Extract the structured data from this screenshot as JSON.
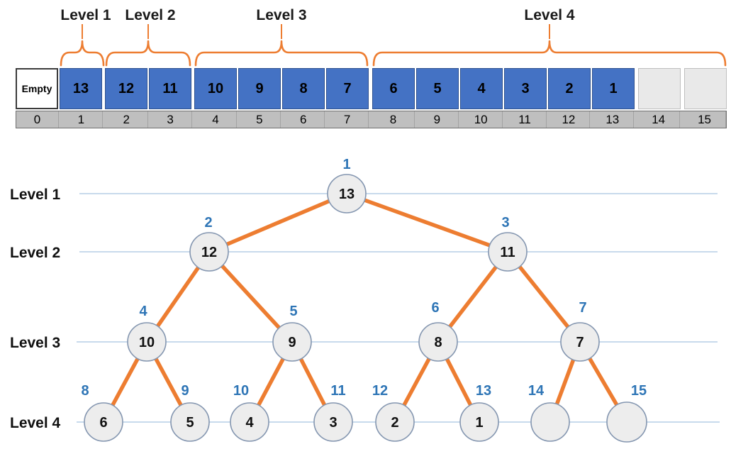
{
  "braces": {
    "labels": [
      "Level 1",
      "Level 2",
      "Level 3",
      "Level 4"
    ]
  },
  "array": {
    "cells": [
      {
        "index": "0",
        "value": "Empty"
      },
      {
        "index": "1",
        "value": "13"
      },
      {
        "index": "2",
        "value": "12"
      },
      {
        "index": "3",
        "value": "11"
      },
      {
        "index": "4",
        "value": "10"
      },
      {
        "index": "5",
        "value": "9"
      },
      {
        "index": "6",
        "value": "8"
      },
      {
        "index": "7",
        "value": "7"
      },
      {
        "index": "8",
        "value": "6"
      },
      {
        "index": "9",
        "value": "5"
      },
      {
        "index": "10",
        "value": "4"
      },
      {
        "index": "11",
        "value": "3"
      },
      {
        "index": "12",
        "value": "2"
      },
      {
        "index": "13",
        "value": "1"
      },
      {
        "index": "14",
        "value": ""
      },
      {
        "index": "15",
        "value": ""
      }
    ]
  },
  "tree": {
    "level_labels": [
      "Level 1",
      "Level 2",
      "Level 3",
      "Level 4"
    ],
    "nodes": [
      {
        "index": "1",
        "value": "13"
      },
      {
        "index": "2",
        "value": "12"
      },
      {
        "index": "3",
        "value": "11"
      },
      {
        "index": "4",
        "value": "10"
      },
      {
        "index": "5",
        "value": "9"
      },
      {
        "index": "6",
        "value": "8"
      },
      {
        "index": "7",
        "value": "7"
      },
      {
        "index": "8",
        "value": "6"
      },
      {
        "index": "9",
        "value": "5"
      },
      {
        "index": "10",
        "value": "4"
      },
      {
        "index": "11",
        "value": "3"
      },
      {
        "index": "12",
        "value": "2"
      },
      {
        "index": "13",
        "value": "1"
      },
      {
        "index": "14",
        "value": ""
      },
      {
        "index": "15",
        "value": ""
      }
    ]
  },
  "colors": {
    "accent_orange": "#ED7D31",
    "cell_blue": "#4472C4",
    "index_label_blue": "#2E75B6",
    "node_fill": "#EDEDED",
    "index_bar_gray": "#BFBFBF"
  }
}
